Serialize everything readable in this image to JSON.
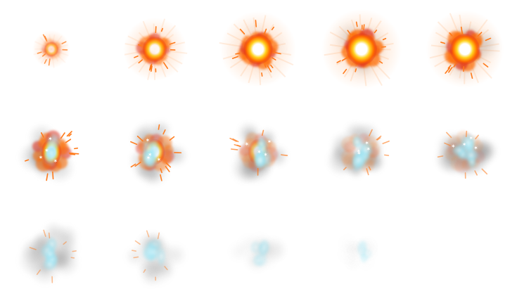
{
  "sprite_sheet": {
    "rows": 3,
    "columns": 5,
    "frame_count": 14,
    "background": "#ffffff",
    "frames": [
      {
        "index": 1,
        "stage": "flash",
        "fire": 0.35,
        "smoke": 0.0,
        "ice": 0.0,
        "scale": 0.45
      },
      {
        "index": 2,
        "stage": "fireball",
        "fire": 0.75,
        "smoke": 0.0,
        "ice": 0.0,
        "scale": 0.75
      },
      {
        "index": 3,
        "stage": "fireball",
        "fire": 0.9,
        "smoke": 0.05,
        "ice": 0.0,
        "scale": 0.9
      },
      {
        "index": 4,
        "stage": "fireball",
        "fire": 0.95,
        "smoke": 0.2,
        "ice": 0.0,
        "scale": 0.95
      },
      {
        "index": 5,
        "stage": "fireball",
        "fire": 0.9,
        "smoke": 0.35,
        "ice": 0.0,
        "scale": 0.92
      },
      {
        "index": 6,
        "stage": "burning",
        "fire": 0.75,
        "smoke": 0.65,
        "ice": 0.55,
        "scale": 0.9
      },
      {
        "index": 7,
        "stage": "burning",
        "fire": 0.55,
        "smoke": 0.7,
        "ice": 0.65,
        "scale": 0.9
      },
      {
        "index": 8,
        "stage": "frost",
        "fire": 0.3,
        "smoke": 0.75,
        "ice": 0.75,
        "scale": 0.9
      },
      {
        "index": 9,
        "stage": "frost",
        "fire": 0.2,
        "smoke": 0.75,
        "ice": 0.8,
        "scale": 0.9
      },
      {
        "index": 10,
        "stage": "frost",
        "fire": 0.15,
        "smoke": 0.7,
        "ice": 0.75,
        "scale": 0.9
      },
      {
        "index": 11,
        "stage": "dissipate",
        "fire": 0.06,
        "smoke": 0.55,
        "ice": 0.65,
        "scale": 0.92
      },
      {
        "index": 12,
        "stage": "dissipate",
        "fire": 0.03,
        "smoke": 0.35,
        "ice": 0.5,
        "scale": 0.9
      },
      {
        "index": 13,
        "stage": "dissipate",
        "fire": 0.0,
        "smoke": 0.15,
        "ice": 0.35,
        "scale": 0.8
      },
      {
        "index": 14,
        "stage": "dissipate",
        "fire": 0.0,
        "smoke": 0.05,
        "ice": 0.25,
        "scale": 0.7
      }
    ]
  },
  "colors": {
    "glow": "#ffb37a",
    "fire_core": "#ffffff",
    "fire_mid": "#ffd21f",
    "fire_outer": "#ff6a00",
    "fire_edge": "#e0301e",
    "smoke": "#8f8f8f",
    "ice": "#9fe6f5",
    "ice_core": "#e8fbff",
    "spark": "#ff7a1a"
  }
}
